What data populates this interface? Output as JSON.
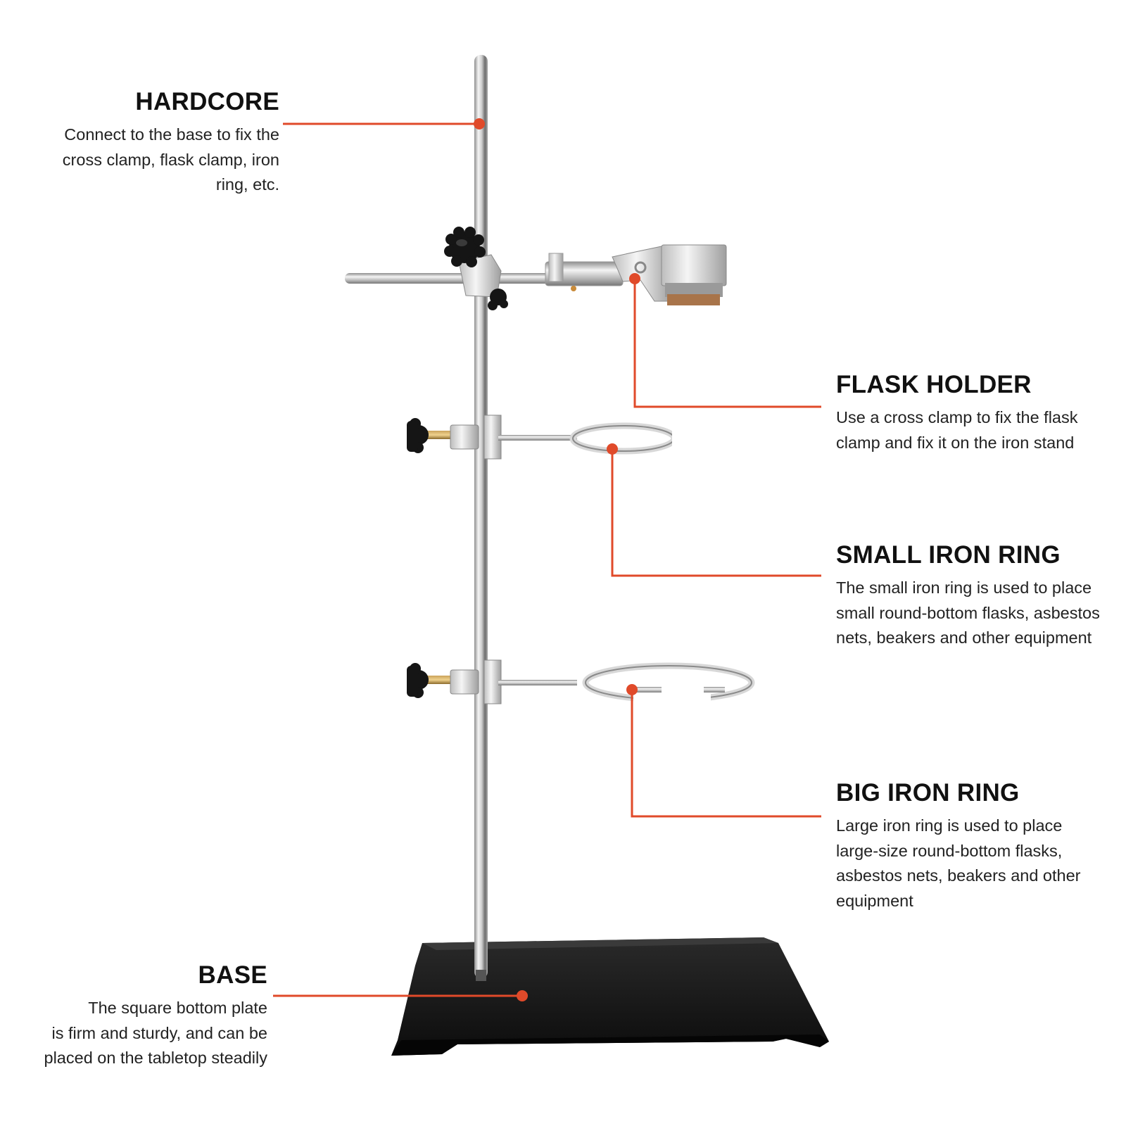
{
  "colors": {
    "callout": "#e04a2a",
    "metal_light": "#eeeeee",
    "metal_dark": "#9a9a9a",
    "base_plate": "#1b1b1b",
    "knob": "#151515",
    "cork": "#a8744a"
  },
  "icons": [
    "knob-icon"
  ],
  "labels": {
    "hardcore": {
      "title": "HARDCORE",
      "desc": [
        "Connect to the base to fix the",
        "cross clamp, flask clamp, iron",
        "ring, etc."
      ]
    },
    "flask_holder": {
      "title": "FLASK HOLDER",
      "desc": [
        "Use a cross clamp to fix the flask",
        "clamp and fix it on the iron stand"
      ]
    },
    "small_ring": {
      "title": "SMALL IRON RING",
      "desc": [
        "The small iron ring is used to place",
        "small round-bottom flasks, asbestos",
        "nets, beakers and other equipment"
      ]
    },
    "big_ring": {
      "title": "BIG IRON RING",
      "desc": [
        "Large iron ring is used to place",
        "large-size round-bottom flasks,",
        "asbestos nets, beakers and other",
        "equipment"
      ]
    },
    "base": {
      "title": "BASE",
      "desc": [
        "The square bottom plate",
        "is firm and sturdy, and can be",
        "placed on the tabletop steadily"
      ]
    }
  }
}
